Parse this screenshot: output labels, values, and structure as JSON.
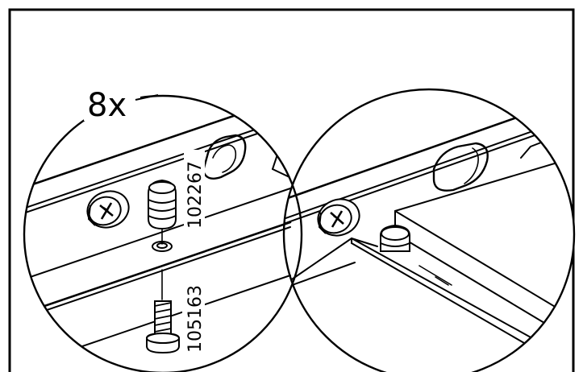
{
  "diagram": {
    "quantity_label": "8x",
    "parts": [
      {
        "id": "part-dowel-label",
        "text": "102267"
      },
      {
        "id": "part-screw-label",
        "text": "105163"
      }
    ]
  },
  "colors": {
    "ink": "#000000",
    "paper": "#ffffff"
  }
}
